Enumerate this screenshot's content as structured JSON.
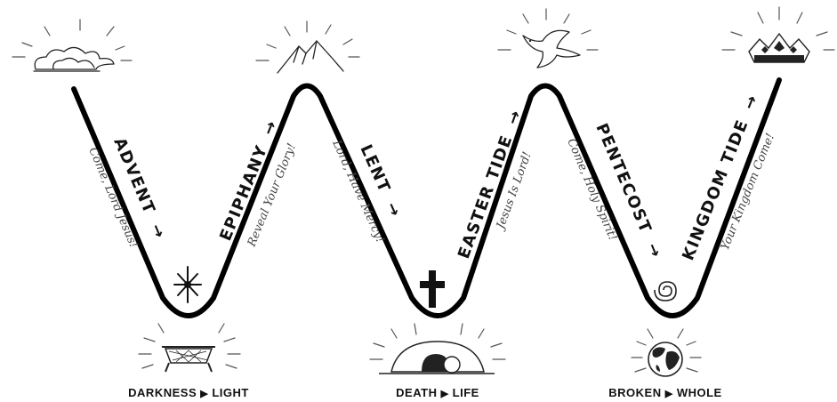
{
  "seasons": [
    {
      "name": "ADVENT",
      "arrow": "→",
      "subtitle": "Come, Lord Jesus!"
    },
    {
      "name": "EPIPHANY",
      "arrow": "→",
      "subtitle": "Reveal Your Glory!"
    },
    {
      "name": "LENT",
      "arrow": "→",
      "subtitle": "Lord, Have Mercy!"
    },
    {
      "name": "EASTER TIDE",
      "arrow": "→",
      "subtitle": "Jesus Is Lord!"
    },
    {
      "name": "PENTECOST",
      "arrow": "→",
      "subtitle": "Come, Holy Spirit!"
    },
    {
      "name": "KINGDOM TIDE",
      "arrow": "→",
      "subtitle": "Your Kingdom Come!"
    }
  ],
  "transitions": [
    {
      "from": "DARKNESS",
      "arrow": "▶",
      "to": "LIGHT"
    },
    {
      "from": "DEATH",
      "arrow": "▶",
      "to": "LIFE"
    },
    {
      "from": "BROKEN",
      "arrow": "▶",
      "to": "WHOLE"
    }
  ],
  "icons": {
    "top": [
      "cloud-icon",
      "mountain-icon",
      "dove-icon",
      "crown-icon"
    ],
    "valley": [
      "star-icon",
      "cross-icon",
      "spiral-icon"
    ],
    "bottom": [
      "manger-icon",
      "tomb-icon",
      "globe-icon"
    ]
  },
  "colors": {
    "line": "#000000",
    "text": "#111111",
    "subtitle": "#444444"
  }
}
